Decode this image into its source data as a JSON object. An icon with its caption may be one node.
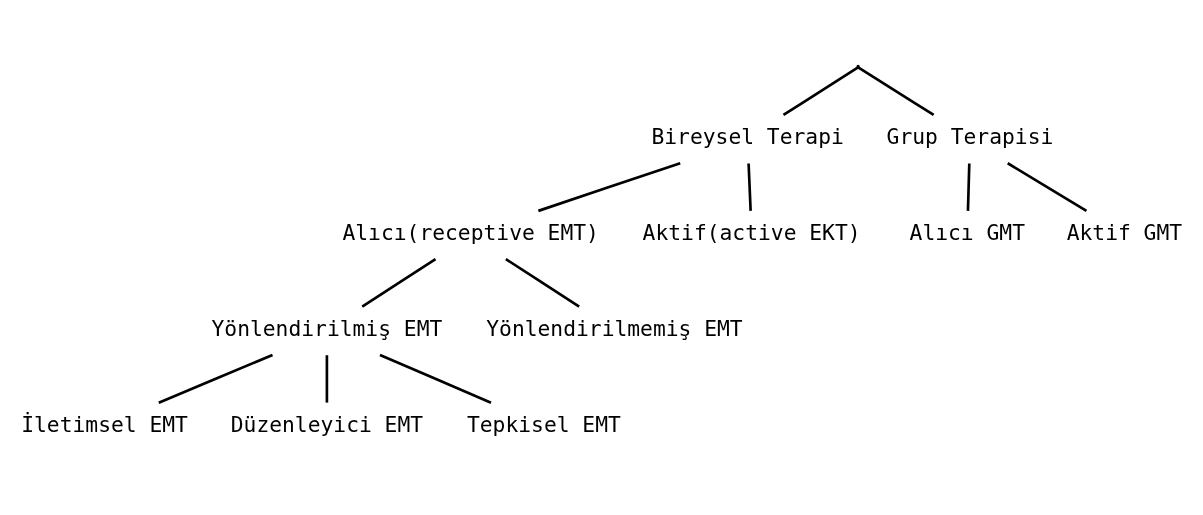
{
  "diagram": {
    "nodes": [
      {
        "text": [],
        "shape": "point"
      },
      {
        "text": [
          "Bireysel Terapi"
        ]
      },
      {
        "text": [
          "Grup Terapisi"
        ]
      },
      {
        "text": [
          "Alıcı(receptive EMT)"
        ]
      },
      {
        "text": [
          "Aktif(active EKT)"
        ]
      },
      {
        "text": [
          "Aktif GMT"
        ]
      },
      {
        "text": [
          "Alıcı GMT"
        ]
      },
      {
        "text": [
          "Yönlendirilmiş EMT"
        ]
      },
      {
        "text": [
          "Yönlendirilmemiş EMT"
        ]
      },
      {
        "text": [
          "İletimsel EMT"
        ]
      },
      {
        "text": [
          "Tepkisel EMT"
        ]
      },
      {
        "text": [
          "Düzenleyici EMT"
        ]
      }
    ],
    "edges": [
      {
        "from": 0,
        "to": 1,
        "arrow": "none"
      },
      {
        "from": 0,
        "to": 2,
        "arrow": "none"
      },
      {
        "from": 1,
        "to": 3,
        "arrow": "none"
      },
      {
        "from": 1,
        "to": 4,
        "arrow": "none"
      },
      {
        "from": 2,
        "to": 6,
        "arrow": "none"
      },
      {
        "from": 2,
        "to": 5,
        "arrow": "none"
      },
      {
        "from": 3,
        "to": 7,
        "arrow": "none"
      },
      {
        "from": 3,
        "to": 8,
        "arrow": "none"
      },
      {
        "from": 7,
        "to": 9,
        "arrow": "none"
      },
      {
        "from": 7,
        "to": 11,
        "arrow": "none"
      },
      {
        "from": 7,
        "to": 10,
        "arrow": "none"
      }
    ]
  }
}
